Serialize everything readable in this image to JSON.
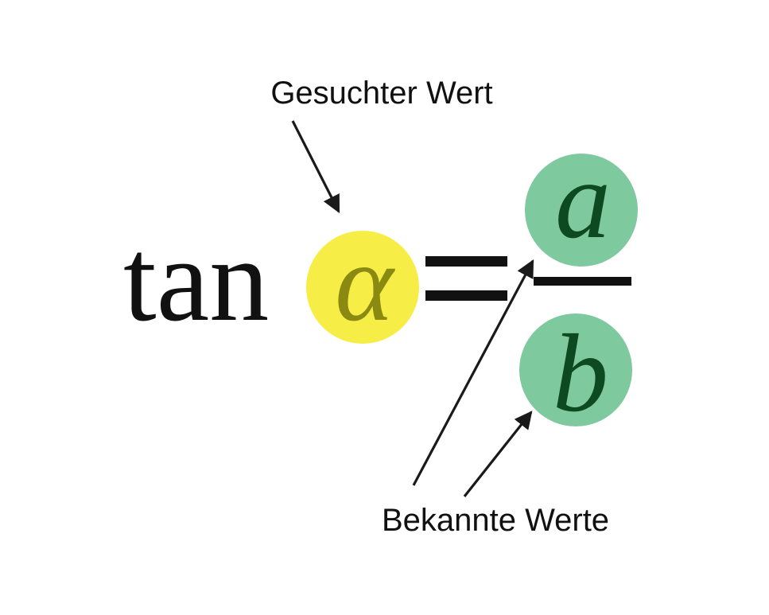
{
  "diagram": {
    "label_top": "Gesuchter Wert",
    "label_bottom": "Bekannte Werte",
    "function_name": "tan",
    "angle_symbol": "α",
    "numerator": "a",
    "denominator": "b"
  },
  "colors": {
    "angle_circle": "#f7ed47",
    "angle_symbol": "#8a8a12",
    "known_circle": "#7fc99e",
    "known_symbol": "#0d4a22",
    "text": "#111111",
    "stroke": "#1a1a1a"
  }
}
